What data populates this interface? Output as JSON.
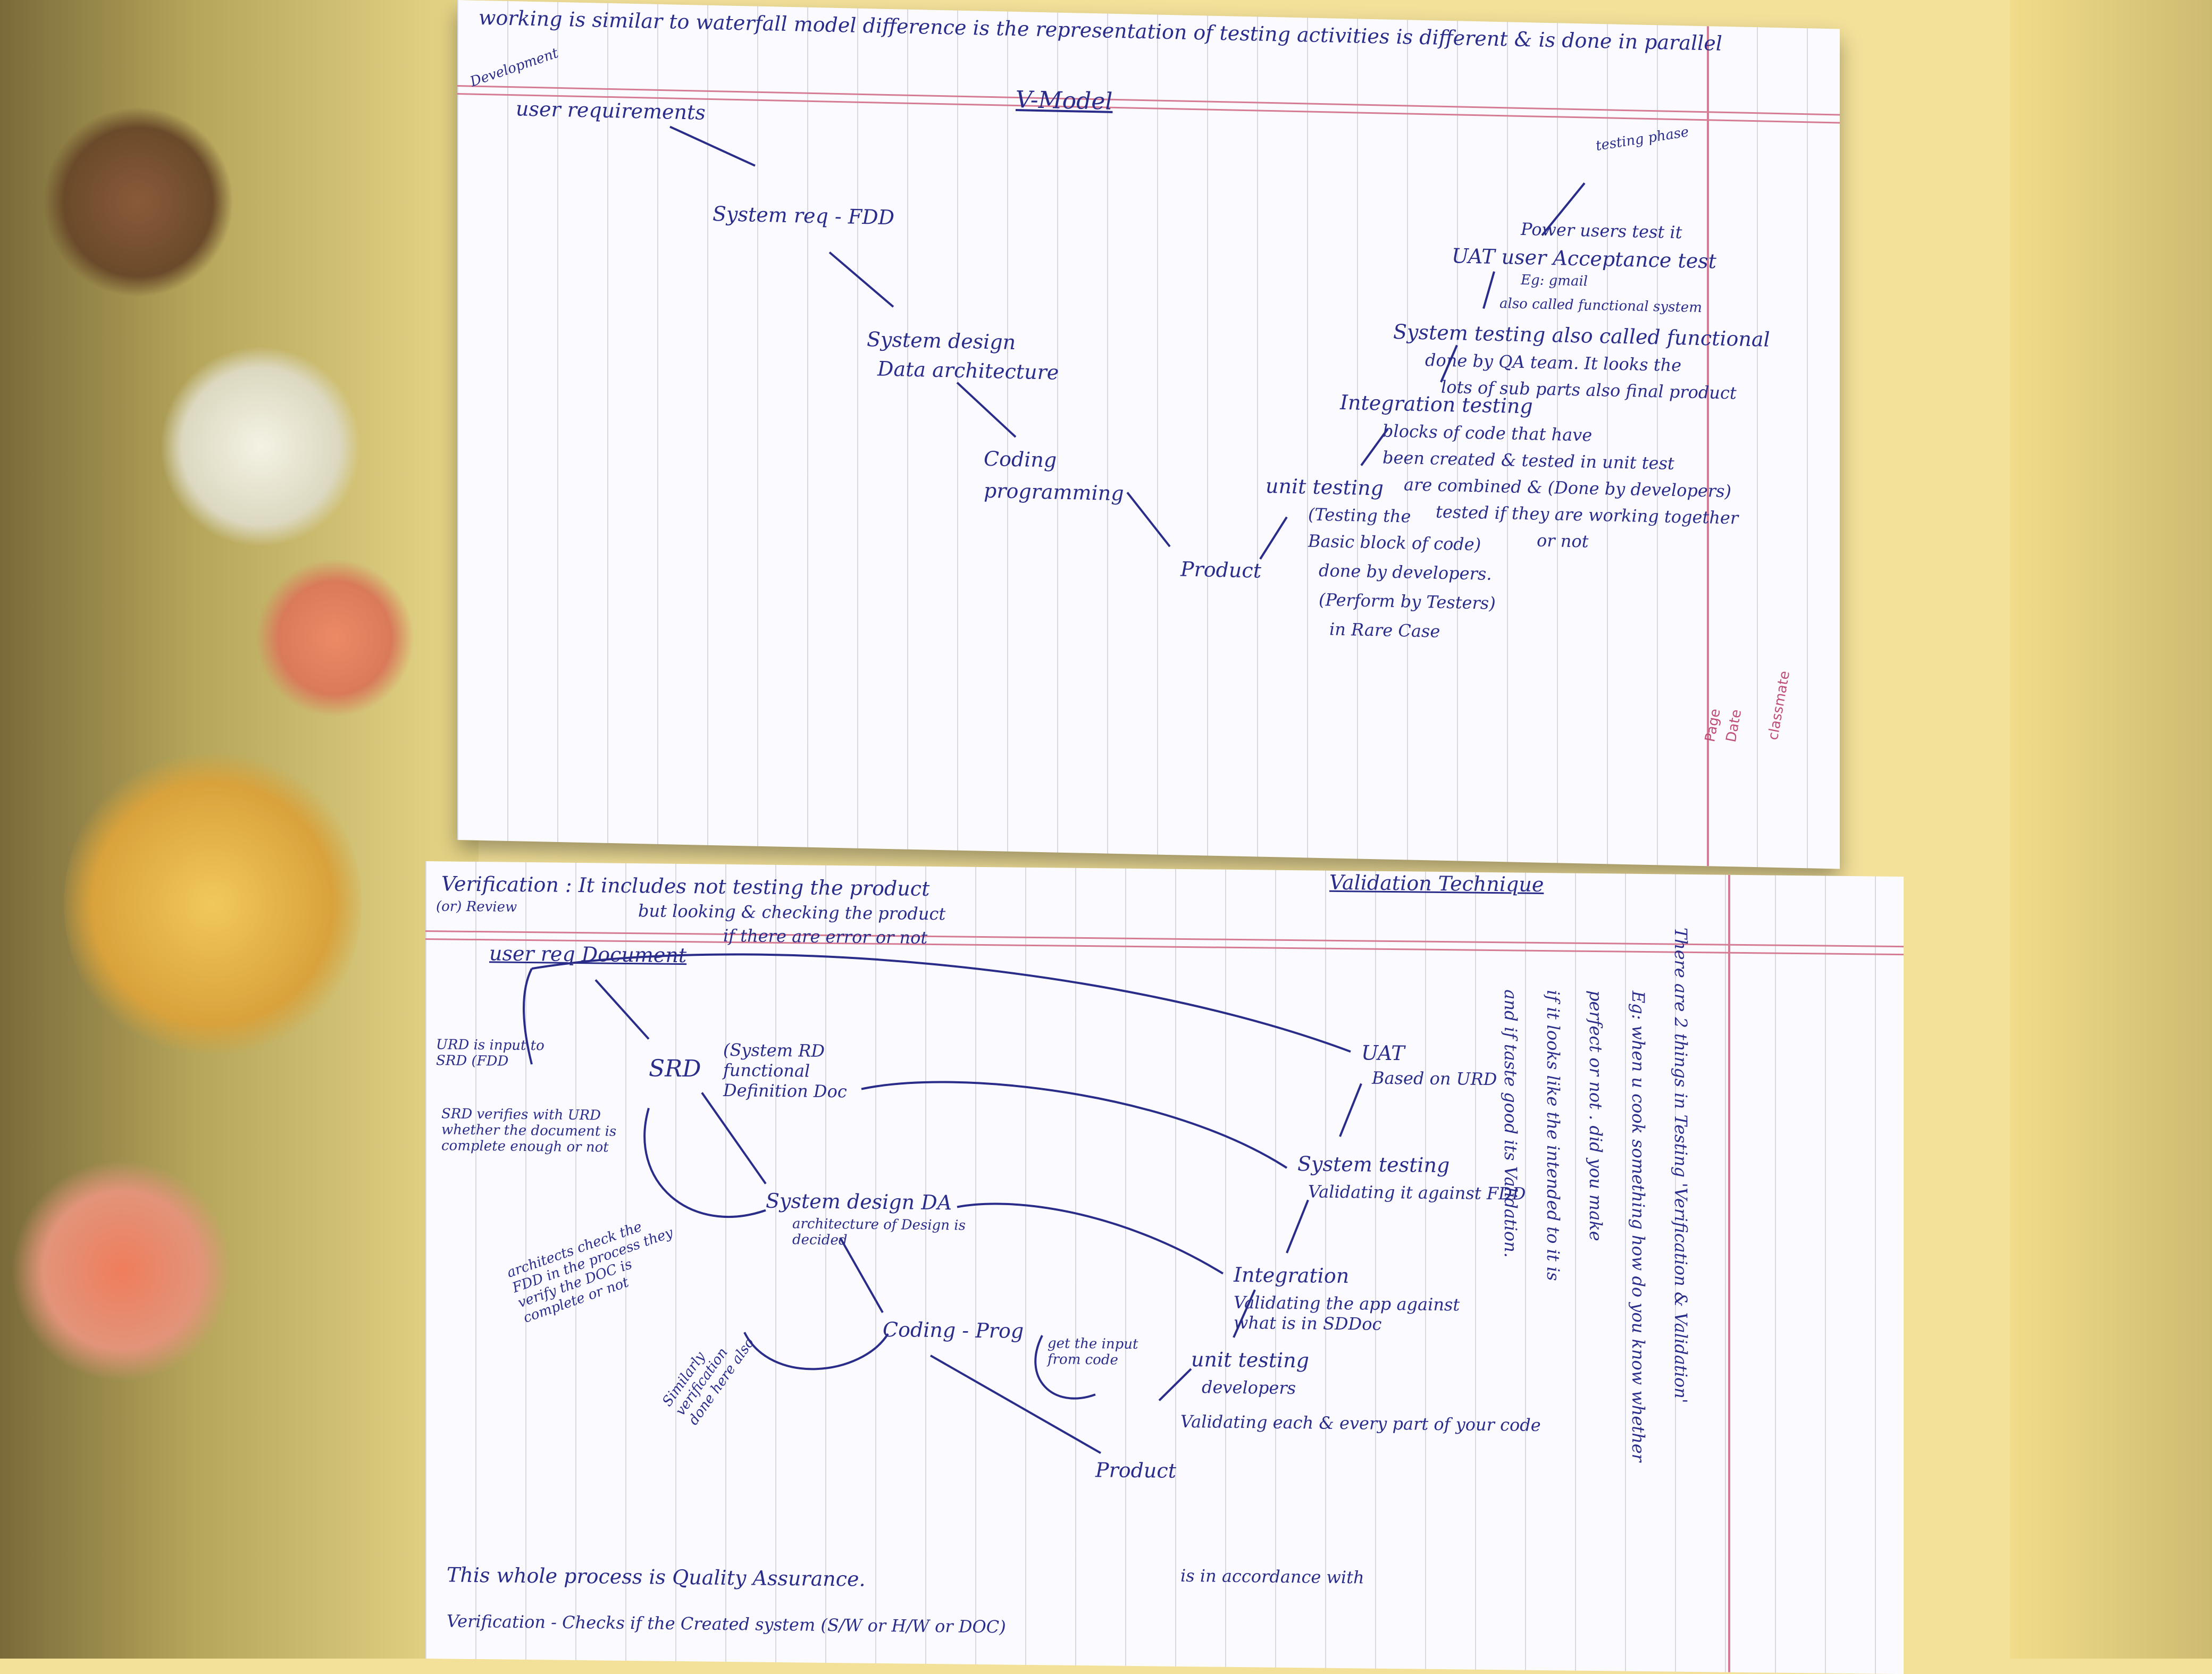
{
  "top_page": {
    "header_line": "working is similar to waterfall model difference is the representation of testing activities is different & is done in parallel",
    "side_note": "Development",
    "title": "V-Model",
    "testing_phase": "testing phase",
    "items": {
      "user_req": "user requirements",
      "system_req": "System req - FDD",
      "system_design": "System design",
      "data_arch": "Data architecture",
      "coding": "Coding",
      "programming": "programming",
      "product": "Product",
      "unit_testing": "unit testing",
      "unit_1": "(Testing the",
      "unit_2": "Basic block of code)",
      "unit_3": "done by developers.",
      "unit_4": "(Perform by Testers)",
      "unit_5": "in Rare Case",
      "integration": "Integration testing",
      "int_1": "blocks of code that have",
      "int_2": "been created & tested in unit test",
      "int_3": "are combined & (Done by developers)",
      "int_4": "tested if they are working together",
      "int_5": "or not",
      "system_testing": "System testing also called functional",
      "sys_1": "done by QA team. It looks the",
      "sys_2": "lots of sub parts also final product",
      "uat": "UAT user Acceptance test",
      "uat_1": "Power users test it",
      "uat_2": "Eg: gmail",
      "uat_3": "also called functional system"
    },
    "stamp": {
      "brand": "classmate",
      "date": "Date",
      "page": "Page"
    }
  },
  "bottom_page": {
    "verification": "Verification : It includes not testing the product",
    "verification_2": "(or) Review",
    "verification_3": "but looking & checking the product",
    "verification_4": "if there are error or not",
    "validation_title": "Validation Technique",
    "user_req_doc": "user req Document",
    "urd_note": "URD is input to SRD (FDD",
    "srd": "SRD",
    "srd_def": "(System RD functional Definition Doc",
    "srd_verify": "SRD verifies with URD whether the document is complete enough or not",
    "sys_design": "System design DA",
    "sys_design_2": "architecture of Design is decided",
    "arch_check": "architects check the FDD in the process they verify the DOC is complete or not",
    "coding_prog": "Coding - Prog",
    "similarly": "Similarly verification done here also",
    "get_input": "get the input from code",
    "unit_testing": "unit testing",
    "developers": "developers",
    "validating_each": "Validating each & every part of your code",
    "product": "Product",
    "integration": "Integration",
    "integration_2": "Validating the app against what is in SDDoc",
    "system_testing": "System testing",
    "system_testing_2": "Validating it against FDD",
    "uat": "UAT",
    "uat_2": "Based on URD",
    "right_note_1": "There are 2 things in Testing 'Verification & Validation'",
    "right_note_2": "Eg: when u cook something how do you know whether",
    "right_note_3": "perfect or not . did you make",
    "right_note_4": "if it looks like the intended to  it is",
    "right_note_5": "and if taste good its Validation.",
    "footer_1": "This whole process is Quality Assurance.",
    "footer_2": "is in accordance with",
    "footer_3": "Verification - Checks if the Created system (S/W or H/W or DOC)"
  }
}
